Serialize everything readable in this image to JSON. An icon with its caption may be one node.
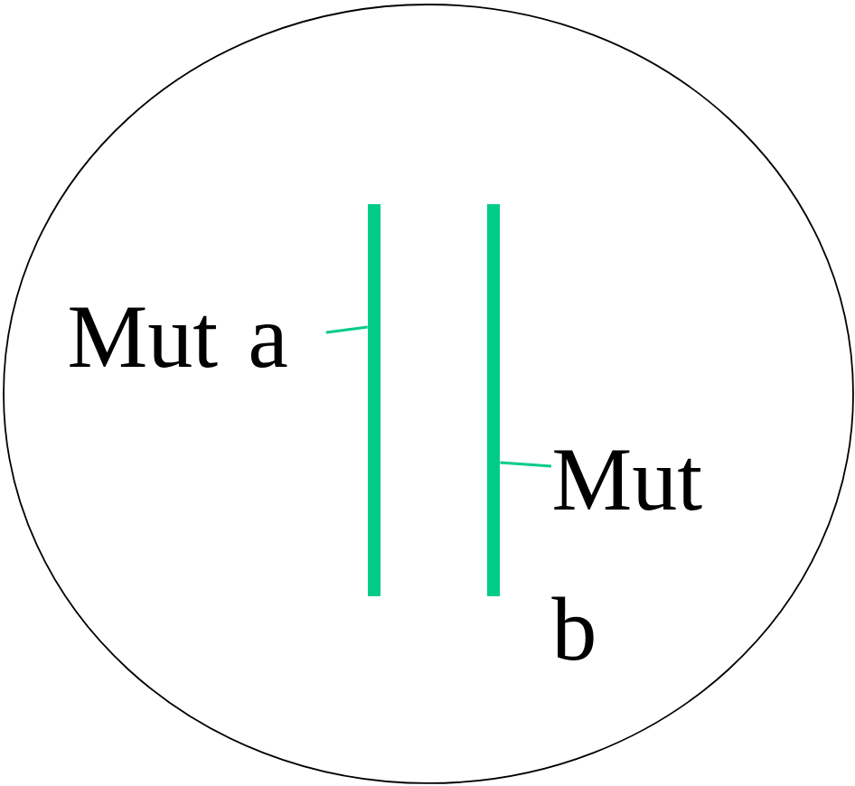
{
  "diagram": {
    "nodes": [
      {
        "text": [],
        "shape": "circle"
      },
      {
        "text": [
          "Mut a"
        ],
        "in": 0
      },
      {
        "text": [],
        "shape": "bar",
        "in": 0
      },
      {
        "text": [],
        "shape": "bar",
        "in": 0
      },
      {
        "text": [
          "Mut b"
        ],
        "in": 0
      }
    ],
    "edges": [
      {
        "from": 1,
        "to": 2,
        "arrow": "none"
      },
      {
        "from": 3,
        "to": 4,
        "arrow": "none"
      }
    ]
  }
}
